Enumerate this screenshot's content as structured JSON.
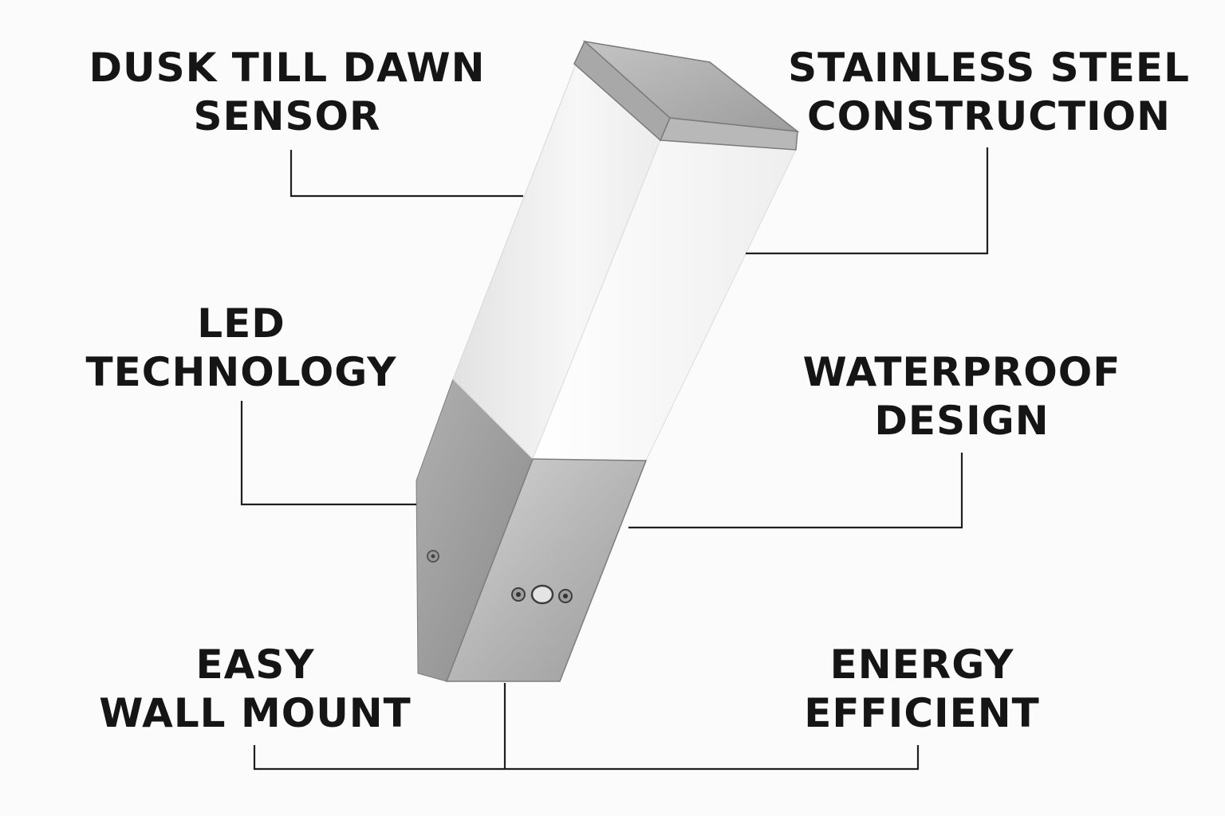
{
  "colors": {
    "background": "#fbfbfb",
    "text": "#151515",
    "callout_line": "#1f1f1f",
    "diffuser": "#f4f4f4",
    "steel_light": "#c9c9c9",
    "steel_dark": "#8e8e8e"
  },
  "features": {
    "dusk_sensor": {
      "line1": "DUSK TILL DAWN",
      "line2": "SENSOR"
    },
    "stainless": {
      "line1": "STAINLESS STEEL",
      "line2": "CONSTRUCTION"
    },
    "led": {
      "line1": "LED",
      "line2": "TECHNOLOGY"
    },
    "waterproof": {
      "line1": "WATERPROOF",
      "line2": "DESIGN"
    },
    "wall_mount": {
      "line1": "EASY",
      "line2": "WALL MOUNT"
    },
    "energy": {
      "line1": "ENERGY",
      "line2": "EFFICIENT"
    }
  },
  "product": {
    "icon": "wall-light-illustration"
  }
}
